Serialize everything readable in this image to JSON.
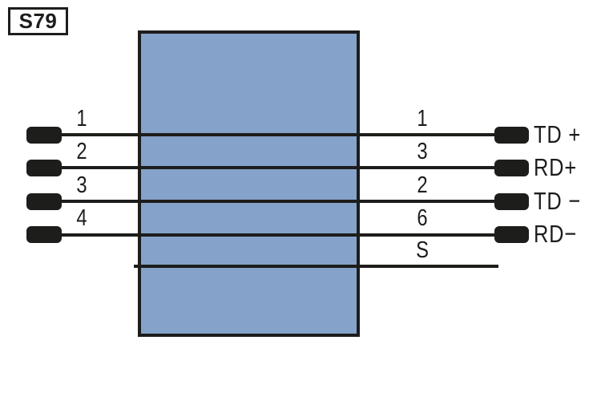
{
  "diagram": {
    "id_label": "S79",
    "colors": {
      "background": "#ffffff",
      "device_fill": "#85a2ca",
      "line": "#1d1d1b"
    },
    "rows": [
      {
        "left_pin": "1",
        "right_pin": "1",
        "signal": "TD +"
      },
      {
        "left_pin": "2",
        "right_pin": "3",
        "signal": "RD+"
      },
      {
        "left_pin": "3",
        "right_pin": "2",
        "signal": "TD −"
      },
      {
        "left_pin": "4",
        "right_pin": "6",
        "signal": "RD−"
      },
      {
        "left_pin": "",
        "right_pin": "S",
        "signal": ""
      }
    ]
  }
}
